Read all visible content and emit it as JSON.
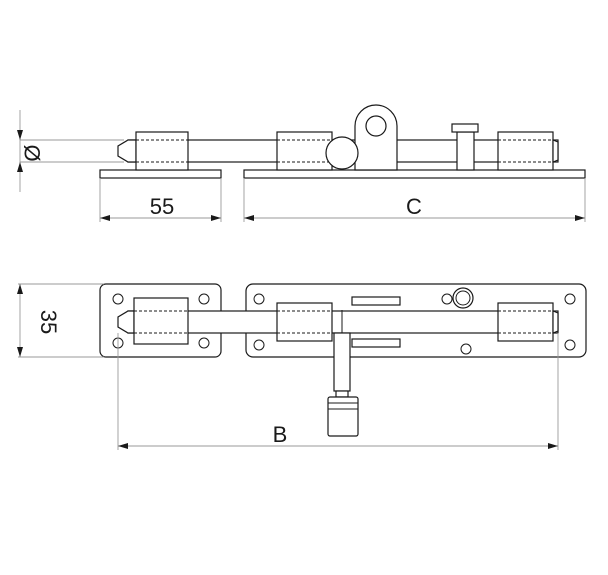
{
  "dimensions": {
    "diameter_symbol": "Ø",
    "receiver_width": "55",
    "plate_length": "C",
    "overall_length": "B",
    "height": "35"
  },
  "views": [
    "side-view",
    "top-view"
  ],
  "colors": {
    "line": "#1a1a1a",
    "extension_line": "#9a9a9a",
    "background": "#ffffff"
  }
}
